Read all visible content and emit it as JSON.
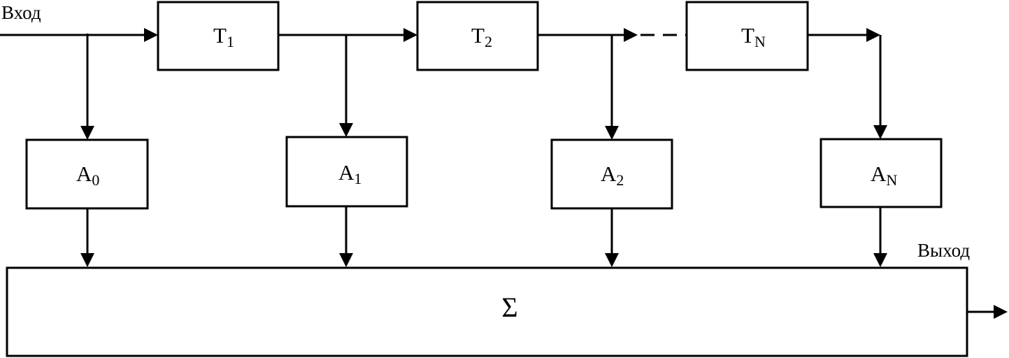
{
  "labels": {
    "input": "Вход",
    "output": "Выход",
    "sum": "Σ"
  },
  "delays": [
    {
      "base": "T",
      "sub": "1"
    },
    {
      "base": "T",
      "sub": "2"
    },
    {
      "base": "T",
      "sub": "N"
    }
  ],
  "coefficients": [
    {
      "base": "A",
      "sub": "0"
    },
    {
      "base": "A",
      "sub": "1"
    },
    {
      "base": "A",
      "sub": "2"
    },
    {
      "base": "A",
      "sub": "N"
    }
  ]
}
